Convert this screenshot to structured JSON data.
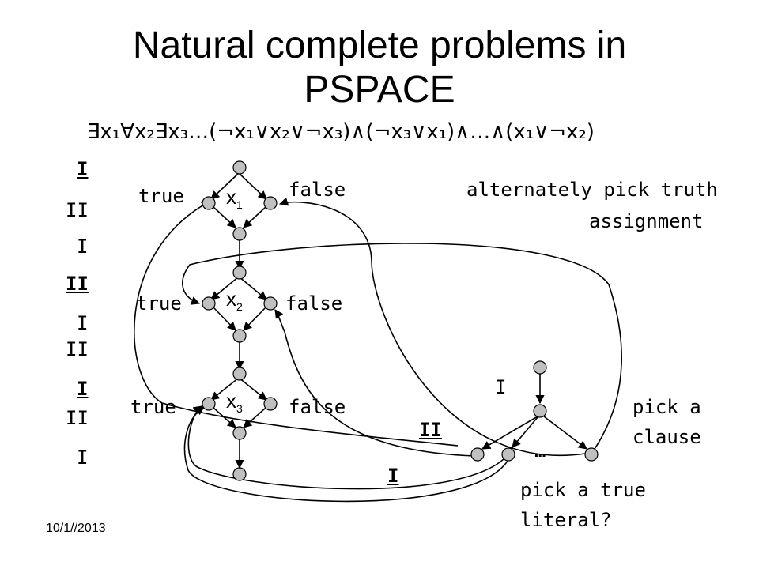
{
  "title_line1": "Natural complete problems in",
  "title_line2": "PSPACE",
  "formula": {
    "text": "∃x₁∀x₂∃x₃…(¬x₁∨x₂∨¬x₃)∧(¬x₃∨x₁)∧…∧(x₁∨¬x₂)"
  },
  "players": [
    {
      "label": "I",
      "bold": true
    },
    {
      "label": "II",
      "bold": false
    },
    {
      "label": "I",
      "bold": false
    },
    {
      "label": "II",
      "bold": true
    },
    {
      "label": "I",
      "bold": false
    },
    {
      "label": "II",
      "bold": false
    },
    {
      "label": "I",
      "bold": true
    },
    {
      "label": "II",
      "bold": false
    },
    {
      "label": "I",
      "bold": false
    }
  ],
  "variables": [
    {
      "name": "x",
      "index": "1",
      "true_label": "true",
      "false_label": "false"
    },
    {
      "name": "x",
      "index": "2",
      "true_label": "true",
      "false_label": "false"
    },
    {
      "name": "x",
      "index": "3",
      "true_label": "true",
      "false_label": "false"
    }
  ],
  "annotations": {
    "truth_line1": "alternately pick truth",
    "truth_line2": "assignment",
    "clause_line1": "pick a",
    "clause_line2": "clause",
    "literal_line1": "pick a true",
    "literal_line2": "literal?",
    "clause_player": "I",
    "literal_player_1": "II",
    "literal_player_2": "I",
    "ellipsis": "…"
  },
  "date": "10/1//2013",
  "colors": {
    "node_fill": "#c0c0c0",
    "stroke": "#000000"
  }
}
